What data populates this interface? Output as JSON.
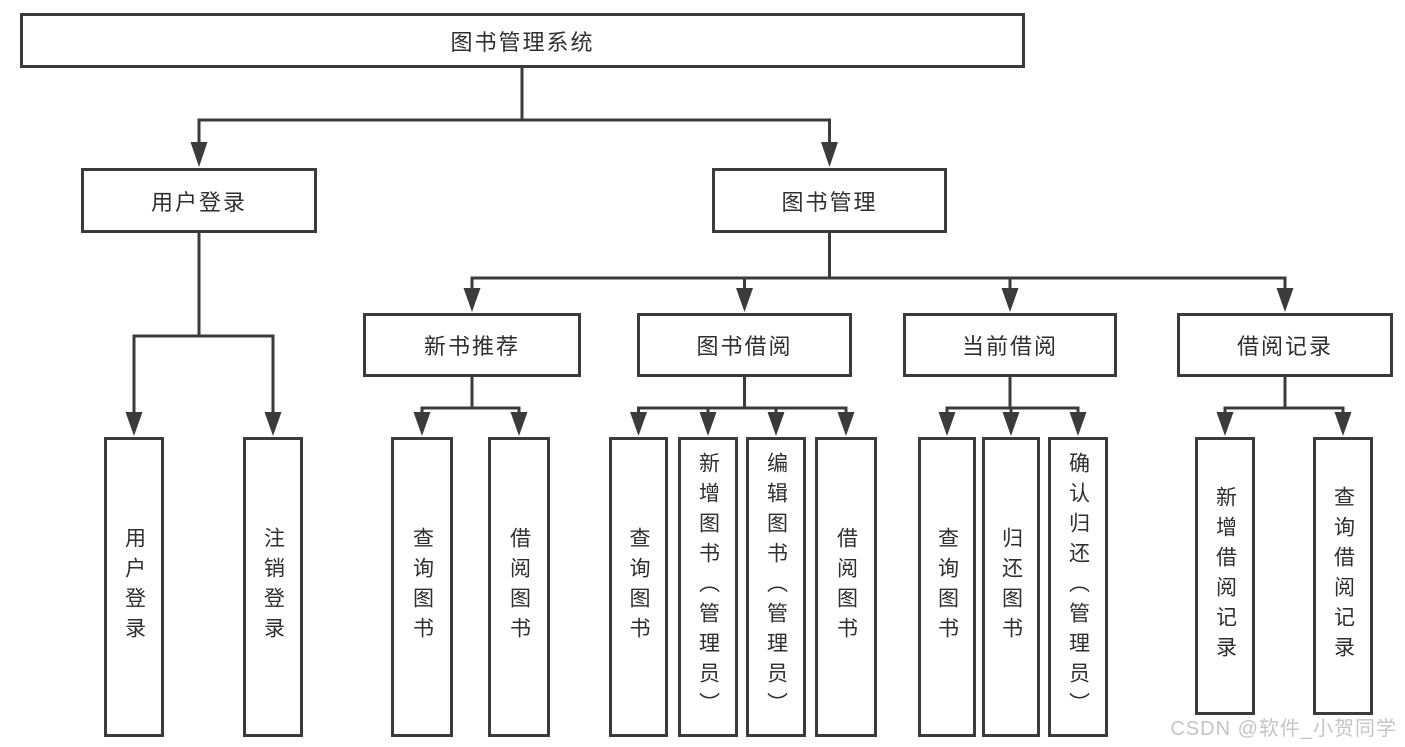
{
  "diagram_type": "tree",
  "tree": {
    "root": {
      "label": "图书管理系统"
    },
    "branches": [
      {
        "label": "用户登录",
        "children": [
          "用户登录",
          "注销登录"
        ]
      },
      {
        "label": "图书管理",
        "children": [
          {
            "label": "新书推荐",
            "children": [
              "查询图书",
              "借阅图书"
            ]
          },
          {
            "label": "图书借阅",
            "children": [
              "查询图书",
              "新增图书（管理员）",
              "编辑图书（管理员）",
              "借阅图书"
            ]
          },
          {
            "label": "当前借阅",
            "children": [
              "查询图书",
              "归还图书",
              "确认归还（管理员）"
            ]
          },
          {
            "label": "借阅记录",
            "children": [
              "新增借阅记录",
              "查询借阅记录"
            ]
          }
        ]
      }
    ]
  },
  "watermark": {
    "text": "CSDN @软件_小贺同学"
  },
  "colors": {
    "line": "#3b3b3b",
    "node_border": "#3b3b3b",
    "node_text": "#2f2f2f",
    "node_bg": "#ffffff",
    "background": "#ffffff",
    "watermark": "#c5c5c5"
  }
}
